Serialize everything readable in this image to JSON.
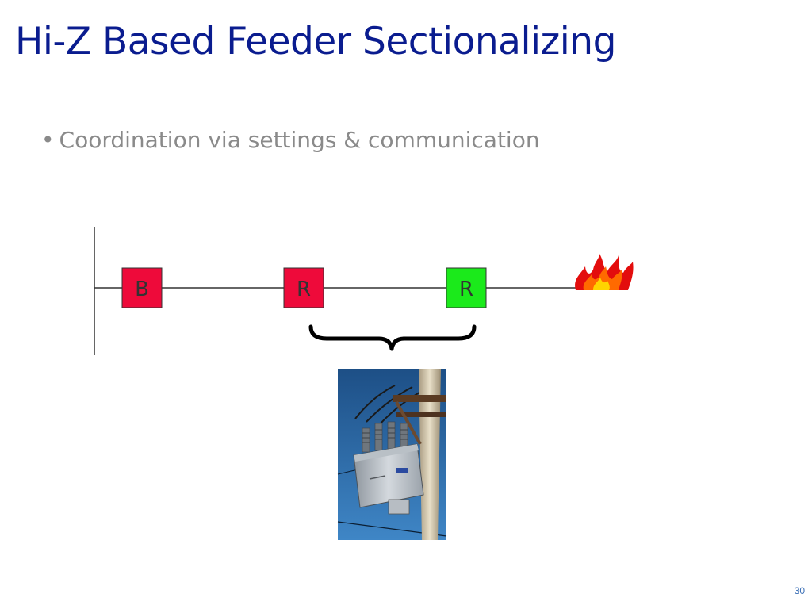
{
  "slide": {
    "title": "Hi-Z Based Feeder Sectionalizing",
    "bullet": "Coordination via settings & communication",
    "page_number": "30"
  },
  "diagram": {
    "devices": [
      {
        "label": "B",
        "color": "#ee0a3a"
      },
      {
        "label": "R",
        "color": "#ee0a3a"
      },
      {
        "label": "R",
        "color": "#1bea1b"
      }
    ],
    "fault_icon": "fire-icon",
    "photo_icon": "pole-mounted-recloser-photo"
  }
}
